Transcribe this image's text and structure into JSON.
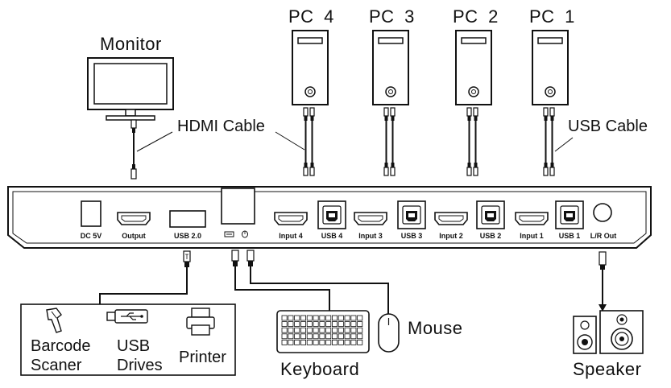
{
  "devices": {
    "monitor": "Monitor",
    "pcs": [
      "PC 4",
      "PC 3",
      "PC 2",
      "PC 1"
    ],
    "keyboard": "Keyboard",
    "mouse": "Mouse",
    "speaker": "Speaker",
    "peripherals": [
      "Barcode Scaner",
      "USB Drives",
      "Printer"
    ]
  },
  "cables": {
    "hdmi": "HDMI Cable",
    "usb": "USB Cable"
  },
  "ports": {
    "dc": "DC 5V",
    "output": "Output",
    "usb2": "USB 2.0",
    "input4": "Input 4",
    "usb4": "USB 4",
    "input3": "Input 3",
    "usb3": "USB 3",
    "input2": "Input 2",
    "usb2_port": "USB 2",
    "input1": "Input 1",
    "usb1": "USB 1",
    "lr_out": "L/R Out"
  },
  "peripheral_lines": [
    "Barcode",
    "Scaner",
    "USB",
    "Drives",
    "Printer"
  ]
}
